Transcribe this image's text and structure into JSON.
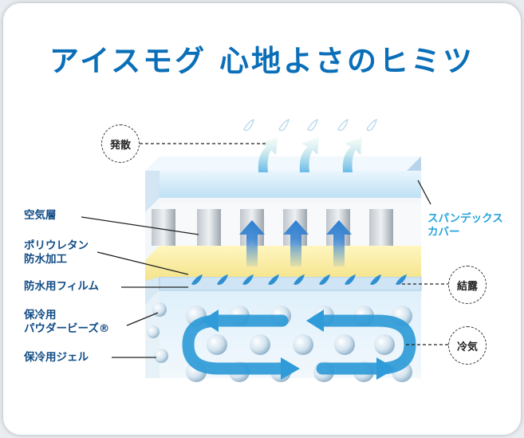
{
  "title": "アイスモグ 心地よさのヒミツ",
  "labels_left": {
    "air_layer": "空気層",
    "waterproof_1": "ポリウレタン",
    "waterproof_2": "防水加工",
    "film": "防水用フィルム",
    "beads_1": "保冷用",
    "beads_2": "パウダービーズ®",
    "gel": "保冷用ジェル"
  },
  "labels_right": {
    "cover_1": "スパンデックス",
    "cover_2": "カバー"
  },
  "circle_labels": {
    "diffusion": "発散",
    "condensation": "結露",
    "cold_air": "冷気"
  },
  "colors": {
    "title": "#0a6fb8",
    "label_left": "#114c86",
    "label_right": "#26a3dc",
    "arrow": "#2f9bd8"
  }
}
